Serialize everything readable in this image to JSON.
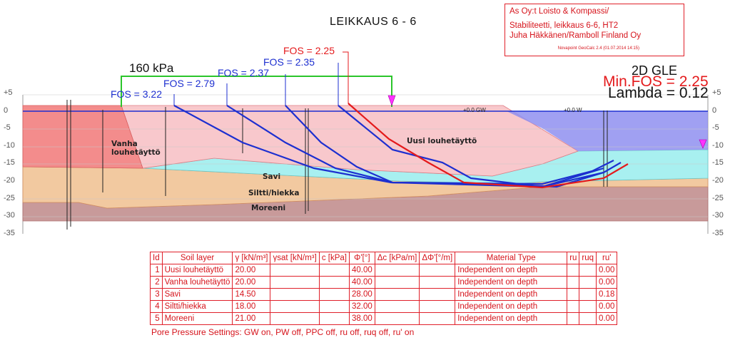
{
  "title": "LEIKKAUS 6 - 6",
  "info_box": {
    "line1": "As Oy:t Loisto & Kompassi/",
    "line2": "Stabiliteetti, leikkaus 6-6, HT2",
    "line3": "Juha Häkkänen/Ramboll Finland Oy",
    "software": "Novapoint GeoCalc 2.4  (01.07.2014 14:15)"
  },
  "analysis": {
    "method": "2D GLE",
    "min_fos": "Min.FOS = 2.25",
    "lambda": "Lambda = 0.12"
  },
  "load_label": "160 kPa",
  "fos_labels": [
    "FOS = 2.25",
    "FOS = 2.35",
    "FOS = 2.37",
    "FOS = 2.79",
    "FOS = 3.22"
  ],
  "elevation_ticks": [
    "+5",
    "0",
    "-5",
    "-10",
    "-15",
    "-20",
    "-25",
    "-30",
    "-35"
  ],
  "layer_labels": {
    "vanha": "Vanha",
    "vanha2": "louhetäyttö",
    "uusi": "Uusi louhetäyttö",
    "savi": "Savi",
    "siltti": "Siltti/hiekka",
    "moreeni": "Moreeni",
    "gw1": "+0.0 GW",
    "gw2": "+0.0 W"
  },
  "colors": {
    "vanha": "#f38c8c",
    "uusi": "#f8c8cc",
    "savi": "#a8f0f0",
    "siltti": "#f2c9a0",
    "moreeni": "#c89a9a",
    "water": "#8f8ff0",
    "slip_blue": "#1d2fd0",
    "slip_red": "#e41a1c",
    "load_green": "#2bc52b",
    "table_red": "#d6141c"
  },
  "table": {
    "headers": [
      "Id",
      "Soil layer",
      "γ [kN/m³]",
      "γsat [kN/m³]",
      "c [kPa]",
      "Φ'[°]",
      "Δc [kPa/m]",
      "ΔΦ'[°/m]",
      "Material Type",
      "ru",
      "ruq",
      "ru'"
    ],
    "rows": [
      [
        "1",
        "Uusi louhetäyttö",
        "20.00",
        "",
        "",
        "40.00",
        "",
        "",
        "Independent on depth",
        "",
        "",
        "0.00"
      ],
      [
        "2",
        "Vanha louhetäyttö",
        "20.00",
        "",
        "",
        "40.00",
        "",
        "",
        "Independent on depth",
        "",
        "",
        "0.00"
      ],
      [
        "3",
        "Savi",
        "14.50",
        "",
        "",
        "28.00",
        "",
        "",
        "Independent on depth",
        "",
        "",
        "0.18"
      ],
      [
        "4",
        "Siltti/hiekka",
        "18.00",
        "",
        "",
        "32.00",
        "",
        "",
        "Independent on depth",
        "",
        "",
        "0.00"
      ],
      [
        "5",
        "Moreeni",
        "21.00",
        "",
        "",
        "38.00",
        "",
        "",
        "Independent on depth",
        "",
        "",
        "0.00"
      ]
    ]
  },
  "pore_pressure": "Pore Pressure Settings: GW on, PW off, PPC off, ru off, ruq off, ru' on"
}
